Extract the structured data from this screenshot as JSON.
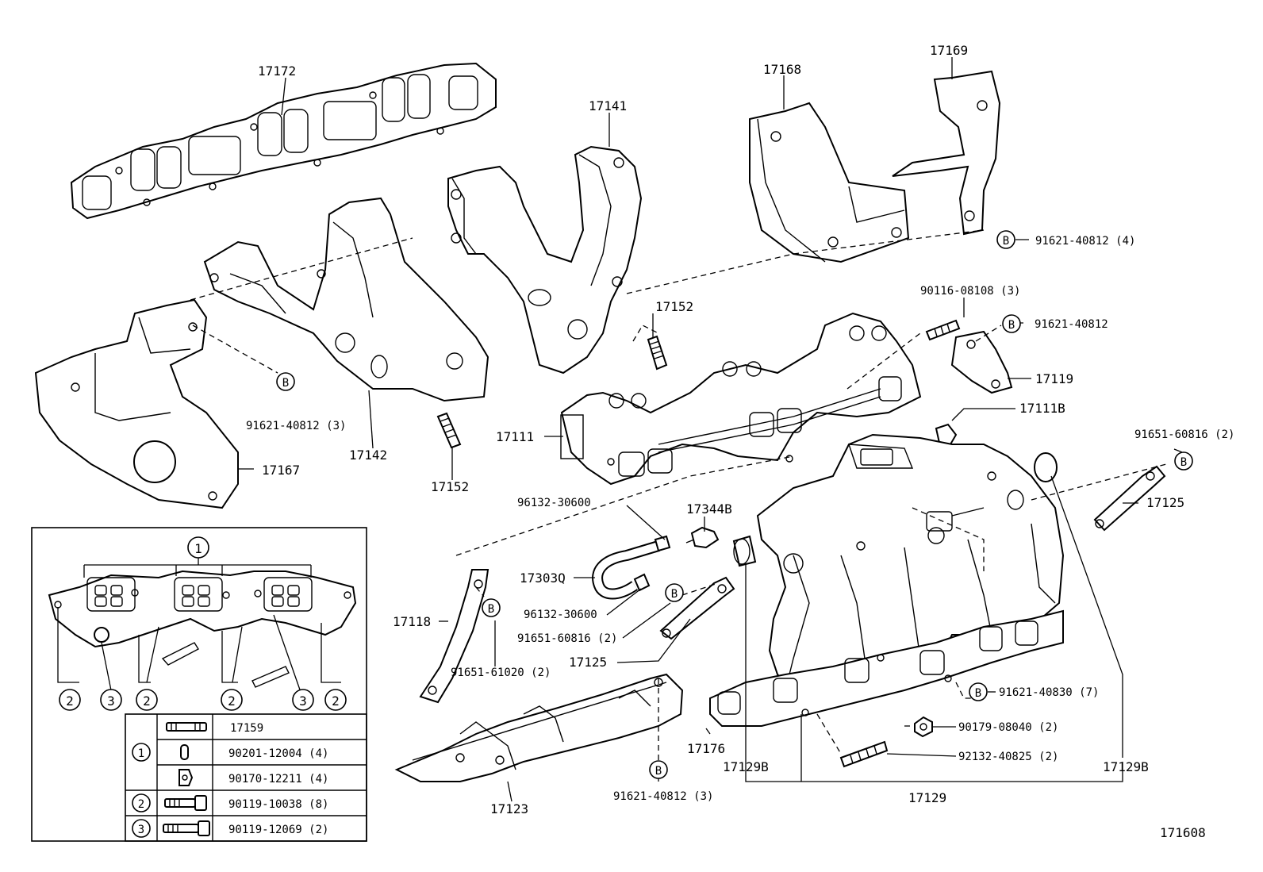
{
  "diagram_id": "171608",
  "parts": {
    "p17172": "17172",
    "p17141": "17141",
    "p17168": "17168",
    "p17169": "17169",
    "p17142": "17142",
    "p17167": "17167",
    "p17152a": "17152",
    "p17152b": "17152",
    "p17111": "17111",
    "p17111B": "17111B",
    "p17119": "17119",
    "p17125a": "17125",
    "p17125b": "17125",
    "p17344B": "17344B",
    "p17303Q": "17303Q",
    "p17118": "17118",
    "p17123": "17123",
    "p17176": "17176",
    "p17129Ba": "17129B",
    "p17129Bb": "17129B",
    "p17129": "17129"
  },
  "fasteners": {
    "f_91621_40812_4": "91621-40812 (4)",
    "f_90116_08108_3": "90116-08108 (3)",
    "f_91621_40812": "91621-40812",
    "f_91621_40812_3a": "91621-40812 (3)",
    "f_91651_60816_2a": "91651-60816 (2)",
    "f_96132_30600a": "96132-30600",
    "f_96132_30600b": "96132-30600",
    "f_91651_60816_2b": "91651-60816 (2)",
    "f_91651_61020_2": "91651-61020 (2)",
    "f_91621_40830_7": "91621-40830 (7)",
    "f_90179_08040_2": "90179-08040 (2)",
    "f_92132_40825_2": "92132-40825 (2)",
    "f_91621_40812_3b": "91621-40812 (3)"
  },
  "callout_letter": "B",
  "inset": {
    "markers": [
      "1",
      "2",
      "3"
    ],
    "table": [
      {
        "group": "1",
        "part": "17159"
      },
      {
        "group": "1",
        "part": "90201-12004 (4)"
      },
      {
        "group": "1",
        "part": "90170-12211 (4)"
      },
      {
        "group": "2",
        "part": "90119-10038 (8)"
      },
      {
        "group": "3",
        "part": "90119-12069 (2)"
      }
    ]
  }
}
